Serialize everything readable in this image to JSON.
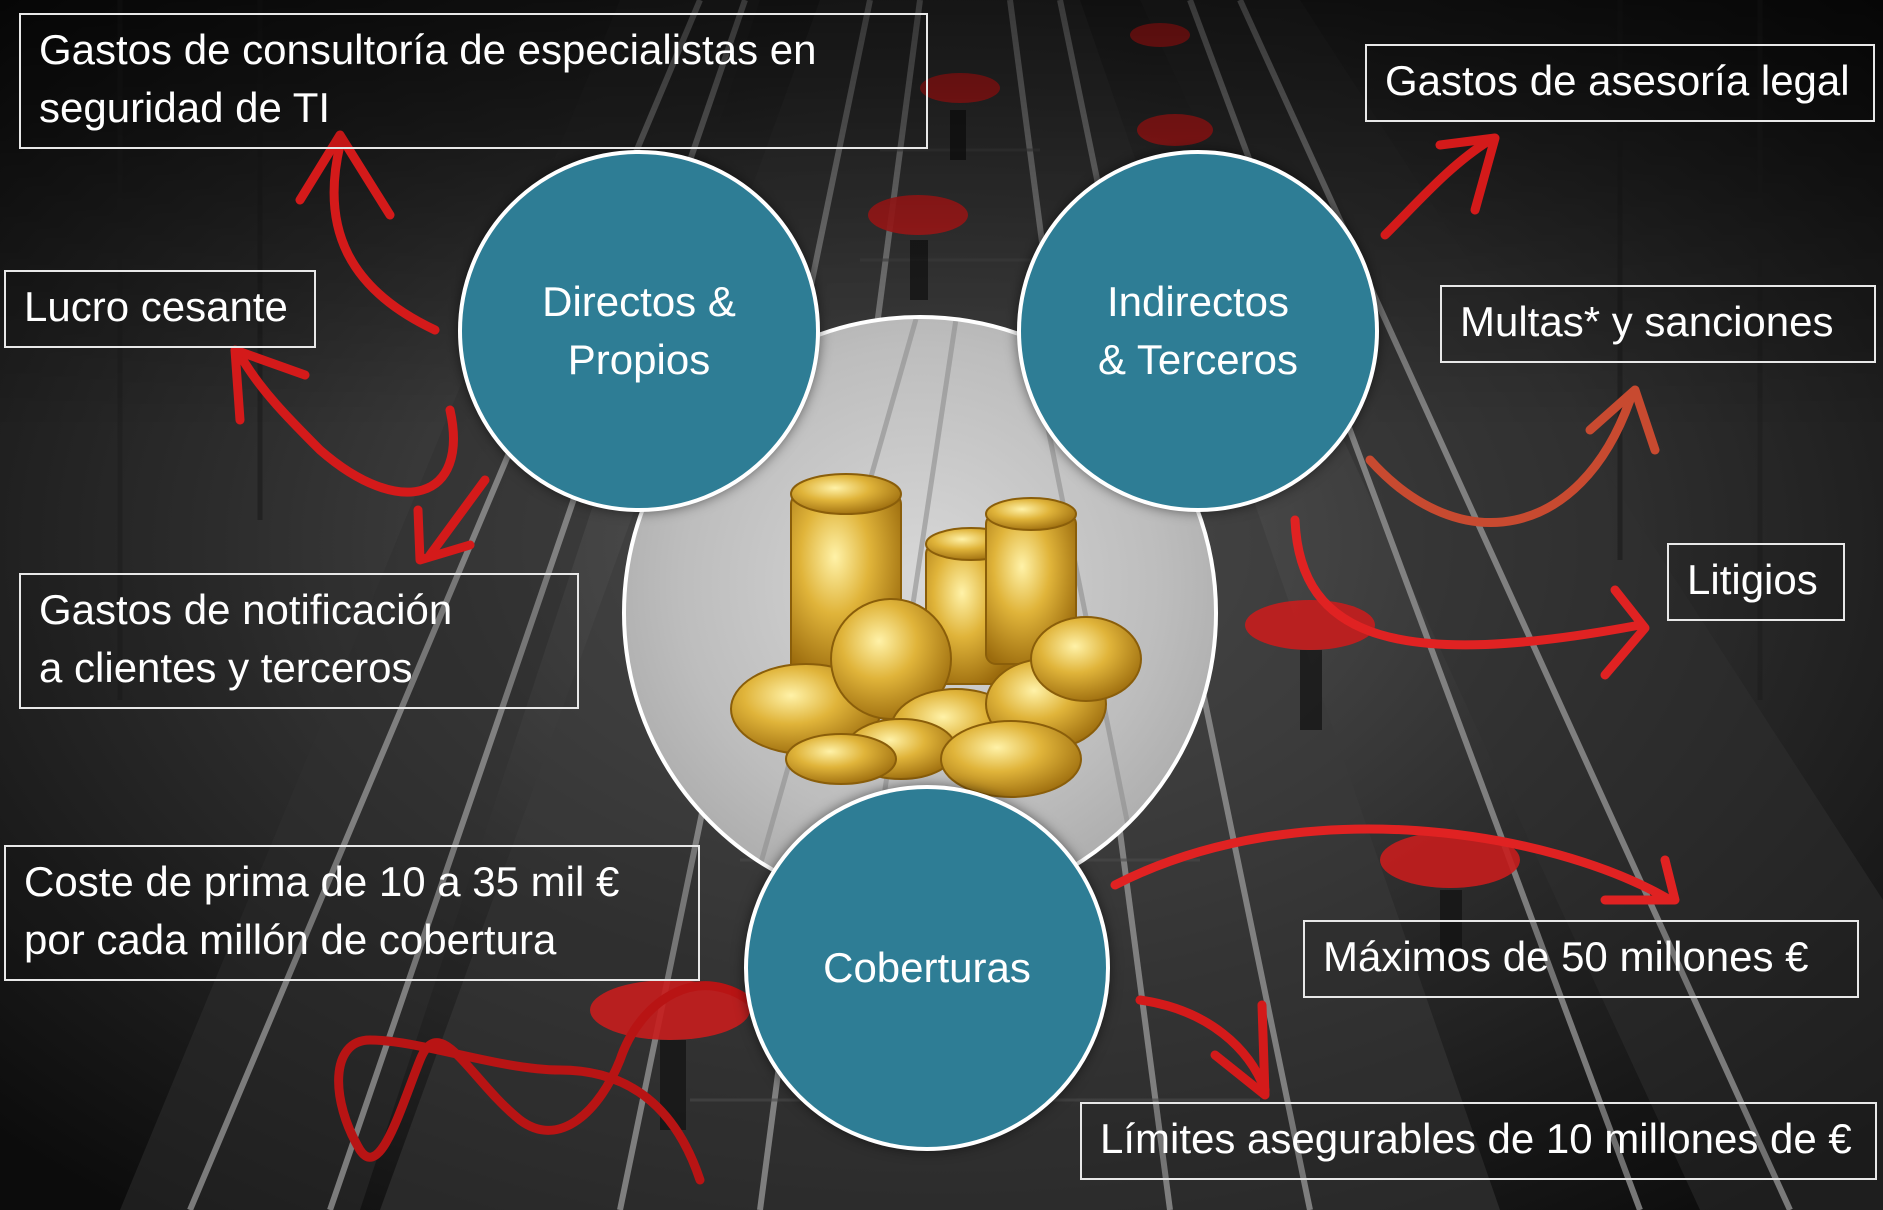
{
  "colors": {
    "circle_fill": "#2e7d95",
    "box_border": "#e8e8e8",
    "arrow_red": "#d41a1a",
    "text": "#ffffff"
  },
  "circles": {
    "directos": {
      "line1": "Directos &",
      "line2": "Propios"
    },
    "indirectos": {
      "line1": "Indirectos",
      "line2": "& Terceros"
    },
    "coberturas": {
      "line1": "Coberturas"
    }
  },
  "boxes": {
    "consultoria": {
      "line1": "Gastos de consultoría de especialistas en",
      "line2": "seguridad de TI"
    },
    "lucro": {
      "line1": "Lucro cesante"
    },
    "notificacion": {
      "line1": "Gastos de notificación",
      "line2": "a clientes y terceros"
    },
    "prima": {
      "line1": "Coste de prima de 10 a 35 mil €",
      "line2": "por cada millón de cobertura"
    },
    "asesoria": {
      "line1": "Gastos de asesoría legal"
    },
    "multas": {
      "line1": "Multas* y sanciones"
    },
    "litigios": {
      "line1": "Litigios"
    },
    "maximos": {
      "line1": "Máximos de 50 millones €"
    },
    "limites": {
      "line1": "Límites asegurables de 10 millones de €"
    }
  },
  "center_image": {
    "icon": "gold-coins-icon"
  },
  "background": {
    "icon": "railway-tracks-red-umbrellas"
  }
}
